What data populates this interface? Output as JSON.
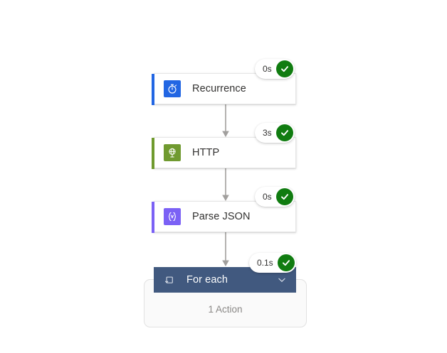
{
  "workflow": {
    "scope_container_label": "1 Action",
    "nodes": [
      {
        "id": "recurrence",
        "title": "Recurrence",
        "icon": "stopwatch-icon",
        "icon_bg": "#2266E3",
        "accent": "#2266E3",
        "duration": "0s",
        "status": "succeeded",
        "status_color": "#107C10"
      },
      {
        "id": "http",
        "title": "HTTP",
        "icon": "globe-antenna-icon",
        "icon_bg": "#709A30",
        "accent": "#6F9A2E",
        "duration": "3s",
        "status": "succeeded",
        "status_color": "#107C10"
      },
      {
        "id": "parse-json",
        "title": "Parse JSON",
        "icon": "json-braces-icon",
        "icon_bg": "#7B61F5",
        "accent": "#7B61F5",
        "duration": "0s",
        "status": "succeeded",
        "status_color": "#107C10"
      },
      {
        "id": "for-each",
        "title": "For each",
        "icon": "loop-icon",
        "header_bg": "#41597F",
        "duration": "0.1s",
        "status": "succeeded",
        "status_color": "#107C10",
        "collapse_icon": "chevron-down-icon"
      }
    ]
  }
}
